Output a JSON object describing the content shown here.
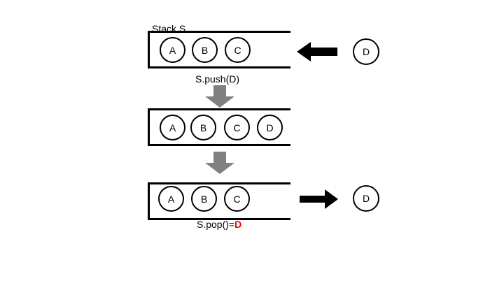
{
  "diagram": {
    "title_label": "Stack S",
    "push_label": "S.push(D)",
    "pop_label_prefix": "S.pop()=",
    "pop_label_value": "D",
    "colors": {
      "stroke": "#000000",
      "background": "#ffffff",
      "gray_arrow": "#808080",
      "pop_value": "#ee0000"
    },
    "stacks": [
      {
        "name": "stack-before-push",
        "items": [
          "A",
          "B",
          "C"
        ]
      },
      {
        "name": "stack-after-push",
        "items": [
          "A",
          "B",
          "C",
          "D"
        ]
      },
      {
        "name": "stack-after-pop",
        "items": [
          "A",
          "B",
          "C"
        ]
      }
    ],
    "floating_nodes": [
      {
        "name": "incoming-element",
        "label": "D"
      },
      {
        "name": "popped-element",
        "label": "D"
      }
    ],
    "arrows": [
      {
        "name": "push-input-arrow",
        "direction": "left",
        "color": "#000000"
      },
      {
        "name": "push-step-arrow",
        "direction": "down",
        "color": "#808080"
      },
      {
        "name": "pop-step-arrow",
        "direction": "down",
        "color": "#808080"
      },
      {
        "name": "pop-output-arrow",
        "direction": "right",
        "color": "#000000"
      }
    ]
  }
}
